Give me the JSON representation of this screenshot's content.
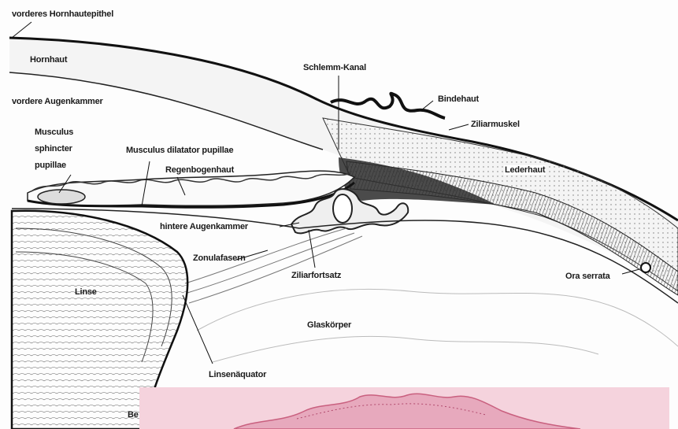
{
  "labels": {
    "anterior_epithelium": "vorderes Hornhautepithel",
    "cornea": "Hornhaut",
    "anterior_chamber": "vordere Augenkammer",
    "sphincter_line1": "Musculus",
    "sphincter_line2": "sphincter",
    "sphincter_line3": "pupillae",
    "dilatator": "Musculus dilatator pupillae",
    "iris": "Regenbogenhaut",
    "schlemm": "Schlemm-Kanal",
    "conjunctiva": "Bindehaut",
    "ciliary_muscle": "Ziliarmuskel",
    "sclera": "Lederhaut",
    "posterior_chamber": "hintere Augenkammer",
    "zonular_fibers": "Zonulafasern",
    "ciliary_process": "Ziliarfortsatz",
    "ora_serrata": "Ora serrata",
    "lens": "Linse",
    "vitreous": "Glaskörper",
    "lens_equator": "Linsenäquator",
    "partial_bottom": "Be"
  },
  "colors": {
    "ink": "#1a1a1a",
    "micrograph": "#f5d3dd",
    "tissue_stain": "#c9607f"
  }
}
